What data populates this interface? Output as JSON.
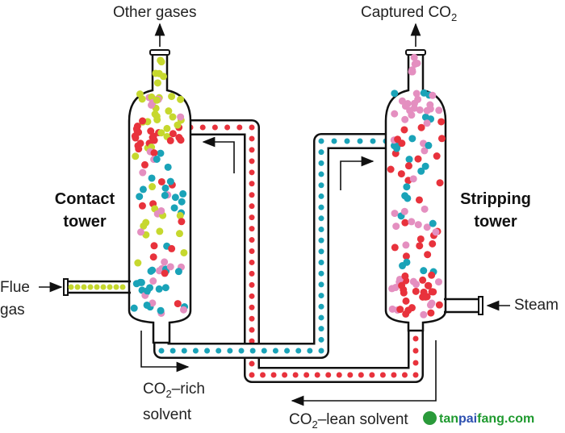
{
  "labels": {
    "other_gases": "Other gases",
    "captured_co2_prefix": "Captured CO",
    "captured_co2_sub": "2",
    "contact_tower_1": "Contact",
    "contact_tower_2": "tower",
    "stripping_tower_1": "Stripping",
    "stripping_tower_2": "tower",
    "flue_1": "Flue",
    "flue_2": "gas",
    "steam": "Steam",
    "rich_prefix": "CO",
    "rich_sub": "2",
    "rich_suffix": "–rich",
    "rich_line2": "solvent",
    "lean_prefix": "CO",
    "lean_sub": "2",
    "lean_suffix": "–lean solvent"
  },
  "watermark": {
    "part1": "tan",
    "part2": "pai",
    "part3": "fang.com"
  },
  "colors": {
    "red": "#e8323c",
    "teal": "#1aa3b8",
    "pink": "#e48fc0",
    "lime": "#c6d82e",
    "outline": "#111111"
  }
}
